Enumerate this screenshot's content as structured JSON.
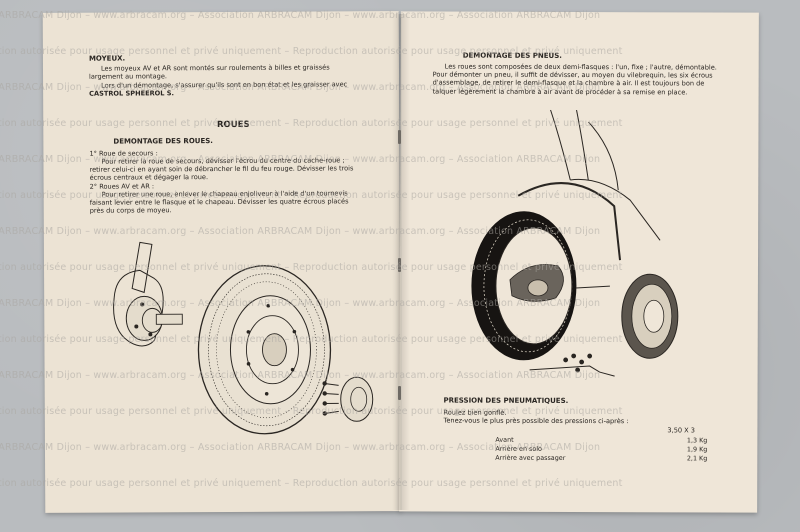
{
  "watermark": {
    "lines": [
      "ion ARBRACAM Dijon – www.arbracam.org – Association ARBRACAM Dijon – www.arbracam.org – Association ARBRACAM Dijon",
      "duction autorisée pour usage personnel et privé uniquement – Reproduction autorisée pour usage personnel et privé uniquement"
    ]
  },
  "left_page": {
    "moyeux_title": "MOYEUX.",
    "moyeux_p1": "Les moyeux AV et AR sont montés sur roulements à billes et graissés largement au montage.",
    "moyeux_p2": "Lors d'un démontage, s'assurer qu'ils sont en bon état et les graisser avec",
    "moyeux_p2_bold": "CASTROL SPHEEROL S.",
    "roues_title": "ROUES",
    "demontage_title": "DEMONTAGE DES ROUES.",
    "item1_title": "1° Roue de secours :",
    "item1_text": "Pour retirer la roue de secours, dévisser l'écrou du centre du cache-roue ; retirer celui-ci en ayant soin de débrancher le fil du feu rouge. Dévisser les trois écrous centraux et dégager la roue.",
    "item2_title": "2° Roues AV et AR :",
    "item2_text": "Pour retirer une roue, enlever le chapeau enjoliveur à l'aide d'un tournevis faisant levier entre le flasque et le chapeau. Dévisser les quatre écrous placés près du corps de moyeu."
  },
  "right_page": {
    "pneus_title": "DEMONTAGE DES PNEUS.",
    "pneus_text": "Les roues sont composées de deux demi-flasques : l'un, fixe ; l'autre, démontable. Pour démonter un pneu, il suffit de dévisser, au moyen du vilebrequin, les six écrous d'assemblage, de retirer le demi-flasque et la chambre à air. Il est toujours bon de talquer légèrement la chambre à air avant de procéder à sa remise en place.",
    "pression_title": "PRESSION DES PNEUMATIQUES.",
    "pression_l1": "Roulez bien gonflé.",
    "pression_l2": "Tenez-vous le plus près possible des pressions ci-après :",
    "tire_size": "3,50 X 3",
    "pressures": [
      {
        "label": "Avant",
        "value": "1,3 Kg"
      },
      {
        "label": "Arrière en solo",
        "value": "1,9 Kg"
      },
      {
        "label": "Arrière avec passager",
        "value": "2,1 Kg"
      }
    ]
  }
}
